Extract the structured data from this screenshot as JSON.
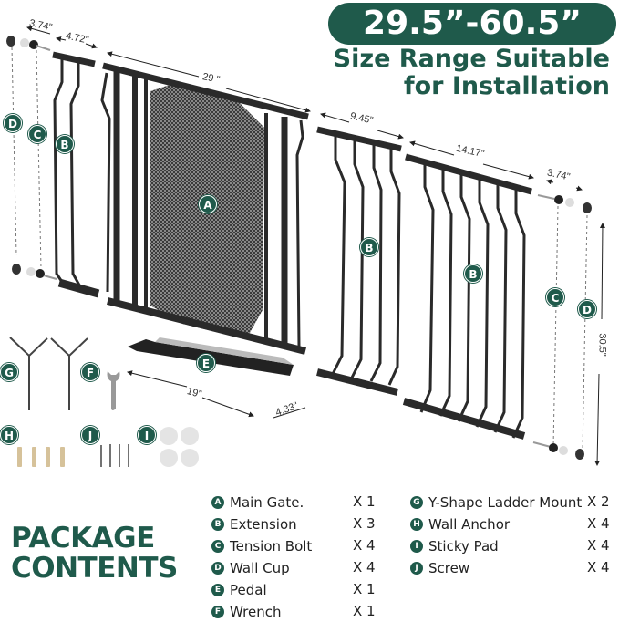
{
  "header": {
    "size_range": "29.5”-60.5”",
    "subtitle_line1": "Size Range Suitable",
    "subtitle_line2": "for Installation"
  },
  "dimensions": {
    "left_bolt": "3.74\"",
    "left_extension": "4.72\"",
    "main_gate": "29 \"",
    "extension_mid": "9.45\"",
    "extension_right": "14.17\"",
    "right_bolt": "3.74\"",
    "height": "30.5\"",
    "pedal_length": "19\"",
    "pedal_width": "4.33\""
  },
  "diagram_labels": {
    "A": "A",
    "B": "B",
    "C": "C",
    "D": "D",
    "E": "E",
    "F": "F",
    "G": "G",
    "H": "H",
    "I": "I",
    "J": "J"
  },
  "package": {
    "title_line1": "PACKAGE",
    "title_line2": "CONTENTS",
    "items": [
      {
        "letter": "A",
        "name": "Main Gate.",
        "qty": "X 1"
      },
      {
        "letter": "B",
        "name": "Extension",
        "qty": "X 3"
      },
      {
        "letter": "C",
        "name": "Tension Bolt",
        "qty": "X 4"
      },
      {
        "letter": "D",
        "name": "Wall Cup",
        "qty": "X 4"
      },
      {
        "letter": "E",
        "name": "Pedal",
        "qty": "X 1"
      },
      {
        "letter": "F",
        "name": "Wrench",
        "qty": "X 1"
      },
      {
        "letter": "G",
        "name": "Y-Shape Ladder Mount",
        "qty": "X 2"
      },
      {
        "letter": "H",
        "name": "Wall Anchor",
        "qty": "X 4"
      },
      {
        "letter": "I",
        "name": "Sticky Pad",
        "qty": "X 4"
      },
      {
        "letter": "J",
        "name": "Screw",
        "qty": "X 4"
      }
    ]
  },
  "colors": {
    "brand_green": "#1f5a4b",
    "gate_black": "#2a2a2a"
  }
}
